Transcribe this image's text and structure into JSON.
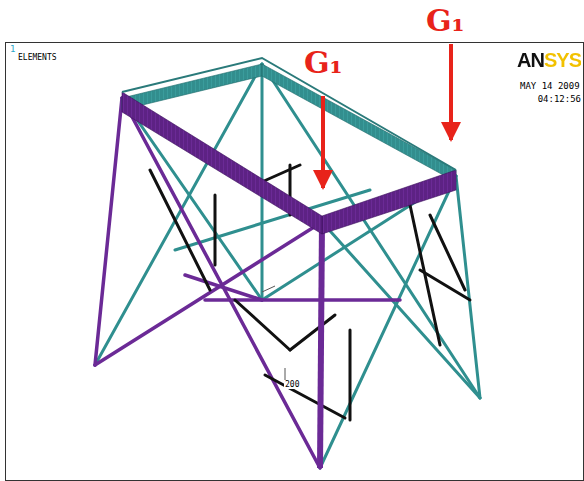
{
  "diagram": {
    "labels": [
      "1",
      "ELEMENTS",
      "ANSYS",
      "MAY 14 2009",
      "04:12:56",
      "G₁",
      "G₁",
      "200"
    ]
  }
}
